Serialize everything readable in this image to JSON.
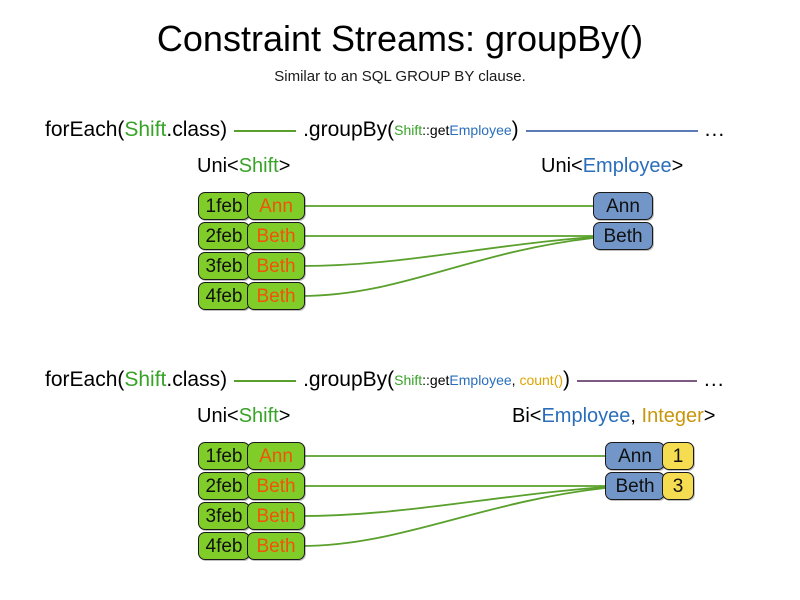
{
  "header": {
    "title": "Constraint Streams: groupBy()",
    "subtitle": "Similar to an SQL GROUP BY clause."
  },
  "colors": {
    "shift_green": "#37a327",
    "employee_blue": "#2a6ebb",
    "count_gold": "#e0a400",
    "integer_gold": "#c8960c",
    "box_green": "#80cc28",
    "box_blue": "#7296c8",
    "box_yellow": "#f5dc50",
    "name_orange": "#f2530c",
    "line_green": "#5aa02c",
    "line_blue": "#5b7bb4",
    "line_purple": "#7d5a82"
  },
  "rows": [
    {
      "id": "groupby-basic",
      "code": {
        "prefix": "forEach(",
        "prefix_type": "Shift",
        "prefix_suffix": ".class)",
        "method": ".groupBy(",
        "arg_owner": "Shift",
        "arg_sep": "::get",
        "arg_prop": "Employee",
        "arg_count": "",
        "method_close": ")",
        "tail": "..."
      },
      "left_caption": {
        "pre": "Uni<",
        "type": "Shift",
        "post": ">"
      },
      "right_caption": {
        "pre": "Uni<",
        "type": "Employee",
        "post": ">",
        "type2": "",
        "sep": ""
      },
      "left_items": [
        {
          "date": "1feb",
          "name": "Ann"
        },
        {
          "date": "2feb",
          "name": "Beth"
        },
        {
          "date": "3feb",
          "name": "Beth"
        },
        {
          "date": "4feb",
          "name": "Beth"
        }
      ],
      "right_items": [
        {
          "name": "Ann",
          "count": ""
        },
        {
          "name": "Beth",
          "count": ""
        }
      ]
    },
    {
      "id": "groupby-count",
      "code": {
        "prefix": "forEach(",
        "prefix_type": "Shift",
        "prefix_suffix": ".class)",
        "method": ".groupBy(",
        "arg_owner": "Shift",
        "arg_sep": "::get",
        "arg_prop": "Employee",
        "arg_comma": ", ",
        "arg_count": "count()",
        "method_close": ")",
        "tail": "..."
      },
      "left_caption": {
        "pre": "Uni<",
        "type": "Shift",
        "post": ">"
      },
      "right_caption": {
        "pre": "Bi<",
        "type": "Employee",
        "sep": ", ",
        "type2": "Integer",
        "post": ">"
      },
      "left_items": [
        {
          "date": "1feb",
          "name": "Ann"
        },
        {
          "date": "2feb",
          "name": "Beth"
        },
        {
          "date": "3feb",
          "name": "Beth"
        },
        {
          "date": "4feb",
          "name": "Beth"
        }
      ],
      "right_items": [
        {
          "name": "Ann",
          "count": "1"
        },
        {
          "name": "Beth",
          "count": "3"
        }
      ]
    }
  ]
}
